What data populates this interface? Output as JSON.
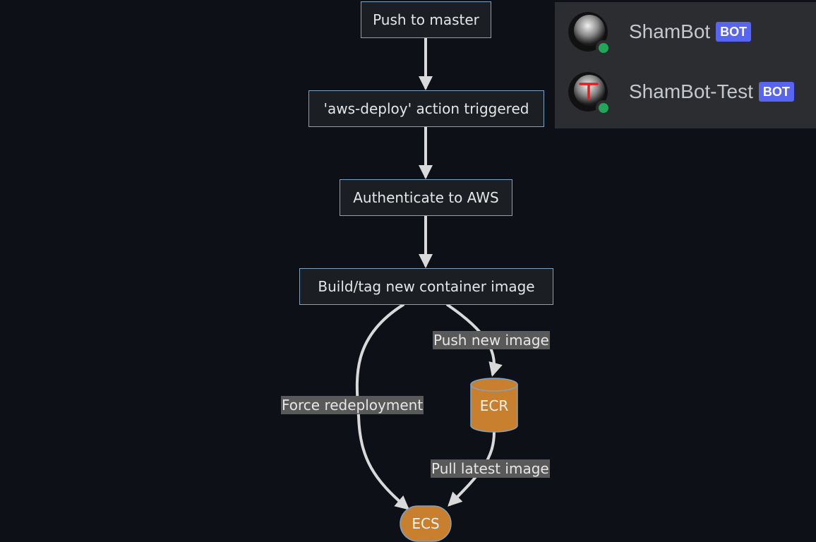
{
  "diagram": {
    "nodes": {
      "push_to_master": "Push to master",
      "action_triggered": "'aws-deploy' action triggered",
      "authenticate": "Authenticate to AWS",
      "build_tag": "Build/tag new container image",
      "ecr": "ECR",
      "ecs": "ECS"
    },
    "edge_labels": {
      "push_new_image": "Push new image",
      "force_redeployment": "Force redeployment",
      "pull_latest_image": "Pull latest image"
    },
    "colors": {
      "background": "#0d1117",
      "node_fill": "#1b1f23",
      "node_border": "#7ea3c4",
      "edge": "#d9d9d9",
      "edge_label_bg": "#595959",
      "storage_fill": "#c87f2e"
    }
  },
  "member_list": {
    "members": [
      {
        "name": "ShamBot",
        "badge": "BOT",
        "status": "online",
        "avatar_icon": "bot-avatar-icon"
      },
      {
        "name": "ShamBot-Test",
        "badge": "BOT",
        "status": "online",
        "avatar_icon": "test-bot-avatar-icon"
      }
    ],
    "colors": {
      "panel": "#2b2d31",
      "badge": "#5865f2",
      "online": "#23a55a"
    }
  }
}
